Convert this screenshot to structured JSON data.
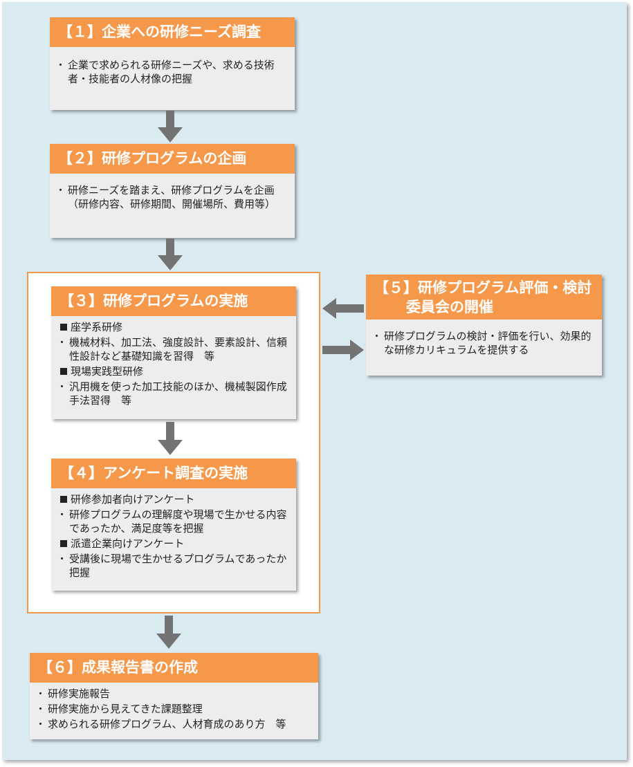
{
  "colors": {
    "background": "#daeaf1",
    "header": "#f6984a",
    "box": "#ededed",
    "frame": "#f09a4d",
    "arrow": "#737373"
  },
  "step1": {
    "title": "【１】企業への研修ニーズ調査",
    "items": [
      "企業で求められる研修ニーズや、求める技術者・技能者の人材像の把握"
    ]
  },
  "step2": {
    "title": "【２】研修プログラムの企画",
    "items": [
      "研修ニーズを踏まえ、研修プログラムを企画（研修内容、研修期間、開催場所、費用等）"
    ]
  },
  "step3": {
    "title": "【３】研修プログラムの実施",
    "sections": [
      {
        "heading": "座学系研修",
        "item": "機械材料、加工法、強度設計、要素設計、信頼性設計など基礎知識を習得　等"
      },
      {
        "heading": "現場実践型研修",
        "item": "汎用機を使った加工技能のほか、機械製図作成手法習得　等"
      }
    ]
  },
  "step4": {
    "title": "【４】アンケート調査の実施",
    "sections": [
      {
        "heading": "研修参加者向けアンケート",
        "item": "研修プログラムの理解度や現場で生かせる内容であったか、満足度等を把握"
      },
      {
        "heading": "派遣企業向けアンケート",
        "item": "受講後に現場で生かせるプログラムであったか把握"
      }
    ]
  },
  "step5": {
    "title_line1": "【５】研修プログラム評価・検討",
    "title_line2": "委員会の開催",
    "items": [
      "研修プログラムの検討・評価を行い、効果的な研修カリキュラムを提供する"
    ]
  },
  "step6": {
    "title": "【６】成果報告書の作成",
    "items": [
      "研修実施報告",
      "研修実施から見えてきた課題整理",
      "求められる研修プログラム、人材育成のあり方　等"
    ]
  }
}
